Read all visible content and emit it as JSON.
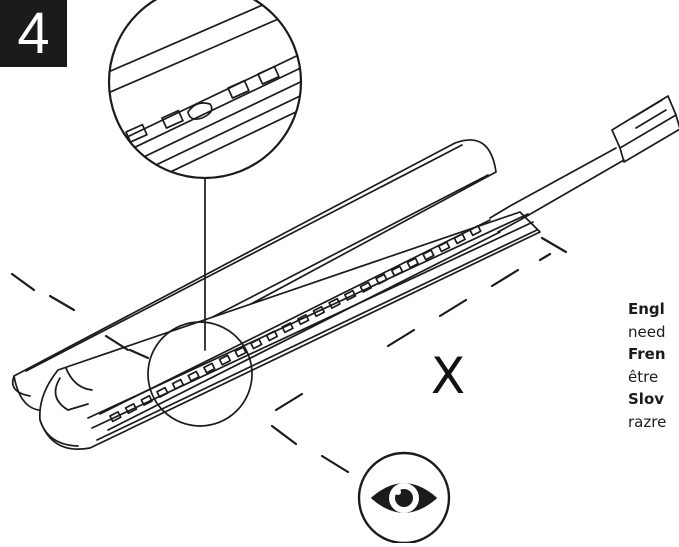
{
  "step": {
    "number": "4"
  },
  "dimension": {
    "label": "X"
  },
  "languages": [
    {
      "name": "Engl",
      "text": "need"
    },
    {
      "name": "Fren",
      "text": "être"
    },
    {
      "name": "Slov",
      "text": "razre"
    }
  ],
  "colors": {
    "ink": "#1b1b1b",
    "paper": "#ffffff"
  },
  "icons": {
    "view": "eye-icon"
  }
}
